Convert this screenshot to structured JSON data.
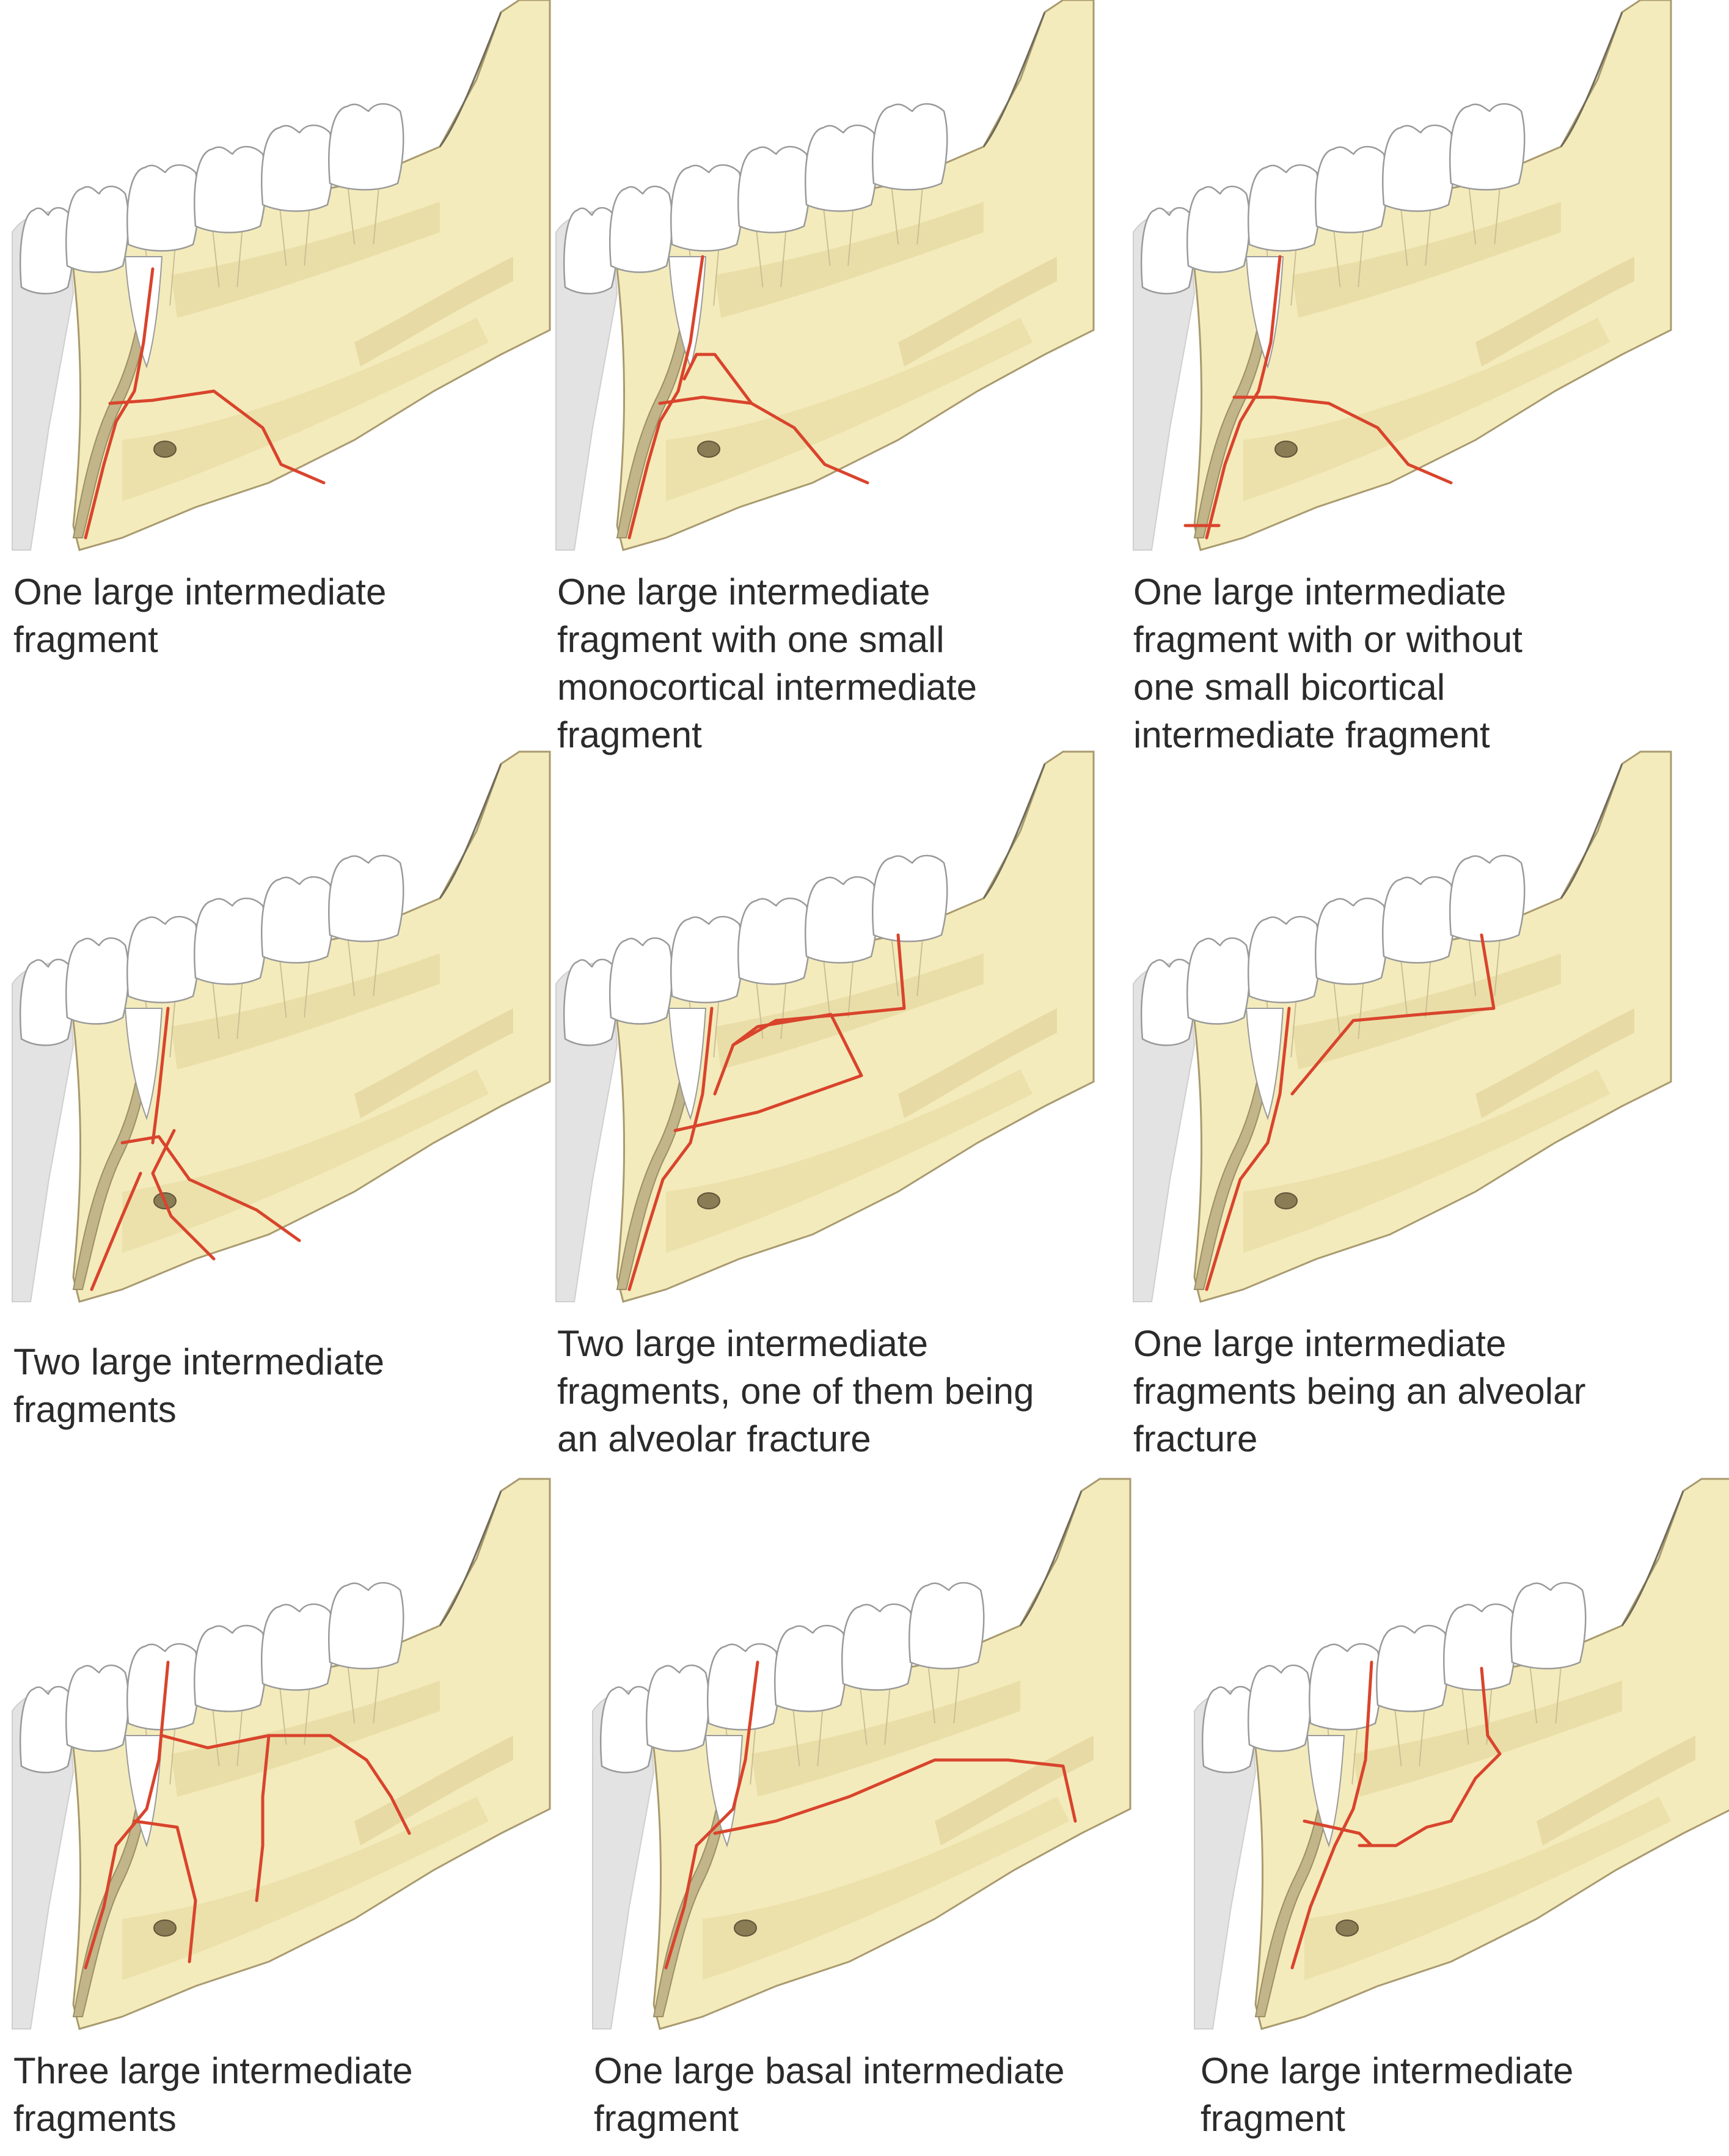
{
  "colors": {
    "bone": "#f4ebbc",
    "bone_shadow": "#e6d9a0",
    "bone_dark": "#cdbb7c",
    "cortex": "#c2b58a",
    "tooth": "#ffffff",
    "tooth_outline": "#9a9a9a",
    "soft_tissue": "#e3e3e3",
    "fracture": "#d9442c",
    "caption_text": "#2b2b2b"
  },
  "panels": [
    {
      "id": "r1c1",
      "caption": [
        "One large intermediate",
        "fragment"
      ]
    },
    {
      "id": "r1c2",
      "caption": [
        "One large intermediate",
        "fragment with one small",
        "monocortical intermediate",
        "fragment"
      ]
    },
    {
      "id": "r1c3",
      "caption": [
        "One large intermediate",
        "fragment with or without",
        "one small bicortical",
        "intermediate fragment"
      ]
    },
    {
      "id": "r2c1",
      "caption": [
        "Two large intermediate",
        "fragments"
      ]
    },
    {
      "id": "r2c2",
      "caption": [
        "Two large intermediate",
        "fragments, one of them being",
        "an alveolar fracture"
      ]
    },
    {
      "id": "r2c3",
      "caption": [
        "One large intermediate",
        "fragments being an alveolar",
        "fracture"
      ]
    },
    {
      "id": "r3c1",
      "caption": [
        "Three large intermediate",
        "fragments"
      ]
    },
    {
      "id": "r3c2",
      "caption": [
        "One large basal intermediate",
        "fragment"
      ]
    },
    {
      "id": "r3c3",
      "caption": [
        "One large intermediate",
        "fragment"
      ]
    }
  ]
}
